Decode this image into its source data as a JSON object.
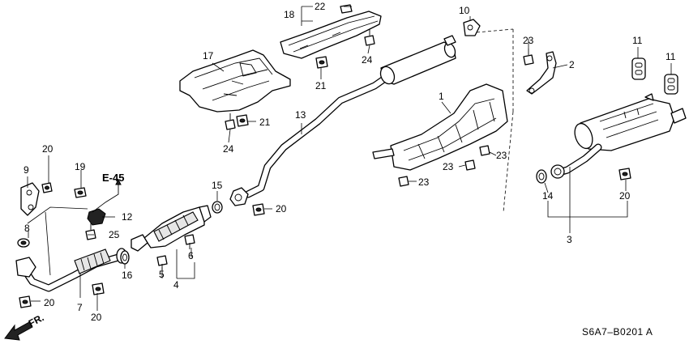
{
  "diagram": {
    "callouts": {
      "c1": "1",
      "c2": "2",
      "c3": "3",
      "c4": "4",
      "c5": "5",
      "c6": "6",
      "c7": "7",
      "c8": "8",
      "c9": "9",
      "c10": "10",
      "c11a": "11",
      "c11b": "11",
      "c12": "12",
      "c13": "13",
      "c14": "14",
      "c15": "15",
      "c16": "16",
      "c17": "17",
      "c18": "18",
      "c19": "19",
      "c20a": "20",
      "c20b": "20",
      "c20c": "20",
      "c20d": "20",
      "c20e": "20",
      "c21a": "21",
      "c21b": "21",
      "c22": "22",
      "c23a": "23",
      "c23b": "23",
      "c23c": "23",
      "c23d": "23",
      "c24a": "24",
      "c24b": "24",
      "c25": "25"
    },
    "reference": "E-45",
    "direction": "FR.",
    "diagram_code": "S6A7–B0201 A"
  }
}
